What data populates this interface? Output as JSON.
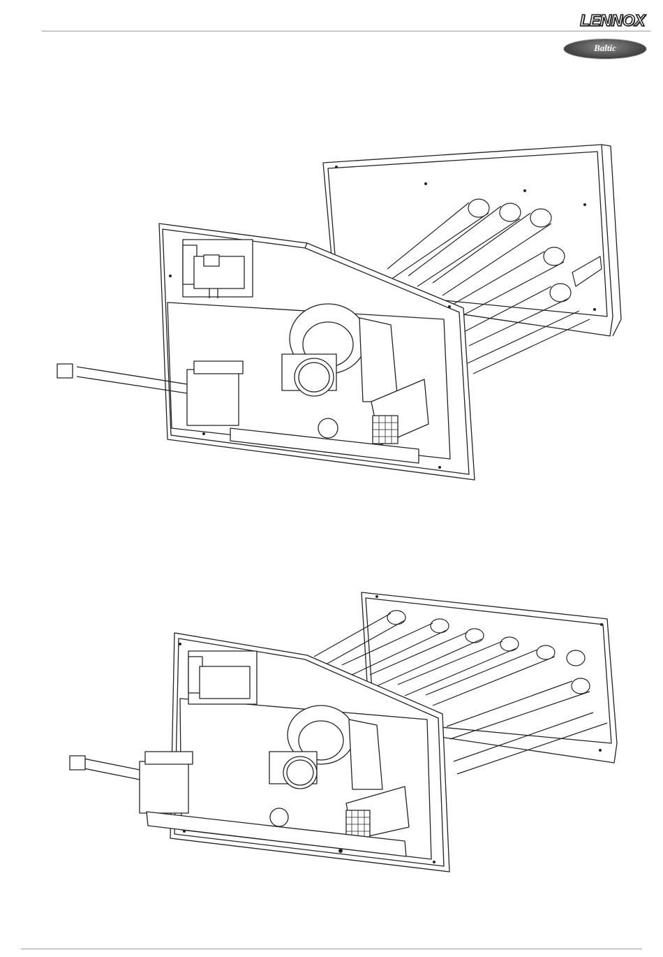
{
  "header": {
    "brand_logo": "LENNOX",
    "sub_brand_logo": "Baltic"
  },
  "figures": [
    {
      "icon": "gas-burner-module-illustration"
    },
    {
      "icon": "gas-burner-module-illustration"
    }
  ]
}
